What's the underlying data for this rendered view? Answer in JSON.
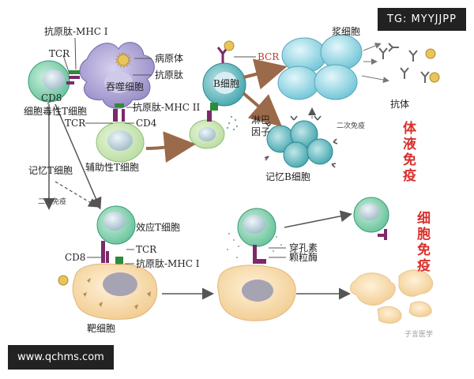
{
  "overlays": {
    "top_tag": "TG: MYYJJPP",
    "bottom_watermark": "www.qchms.com"
  },
  "labels": {
    "antigen_mhc1_top": "抗原肽-MHC I",
    "tcr_top": "TCR",
    "pathogen": "病原体",
    "antigen_peptide": "抗原肽",
    "phagocyte": "吞噬细胞",
    "cd8_top": "CD8",
    "cytotoxic_t": "细胞毒性T细胞",
    "antigen_mhc2": "抗原肽-MHC II",
    "tcr_mid": "TCR",
    "cd4": "CD4",
    "helper_t": "辅助性T细胞",
    "b_cell": "B细胞",
    "bcr": "BCR",
    "lymphokine": "淋巴\n因子",
    "plasma_cell": "浆细胞",
    "antibody": "抗体",
    "secondary_immune_right": "二次免疫",
    "humoral_immunity": "体液免疫",
    "memory_b": "记忆B细胞",
    "memory_t": "记忆T细胞",
    "secondary_immune_left": "二次免疫",
    "effector_t": "效应T细胞",
    "tcr_bottom": "TCR",
    "cd8_bottom": "CD8",
    "antigen_mhc1_bottom": "抗原肽-MHC I",
    "perforin": "穿孔素",
    "granzyme": "颗粒酶",
    "cellular_immunity": "细胞免疫",
    "target_cell": "靶细胞",
    "weibo_mark": "子言医学"
  },
  "colors": {
    "t_cell_fill": "#7fcfae",
    "t_cell_nucleus": "#cfe3ea",
    "b_cell_fill": "#5fb5b5",
    "phagocyte_fill": "#a99fcf",
    "plasma_fill": "#8fd3e0",
    "target_fill": "#f6d9a6",
    "arrow_brown": "#9b6a4a",
    "receptor_purple": "#7b2a6a",
    "mhc_green": "#2f8a3a",
    "red_label": "#d9302c"
  }
}
